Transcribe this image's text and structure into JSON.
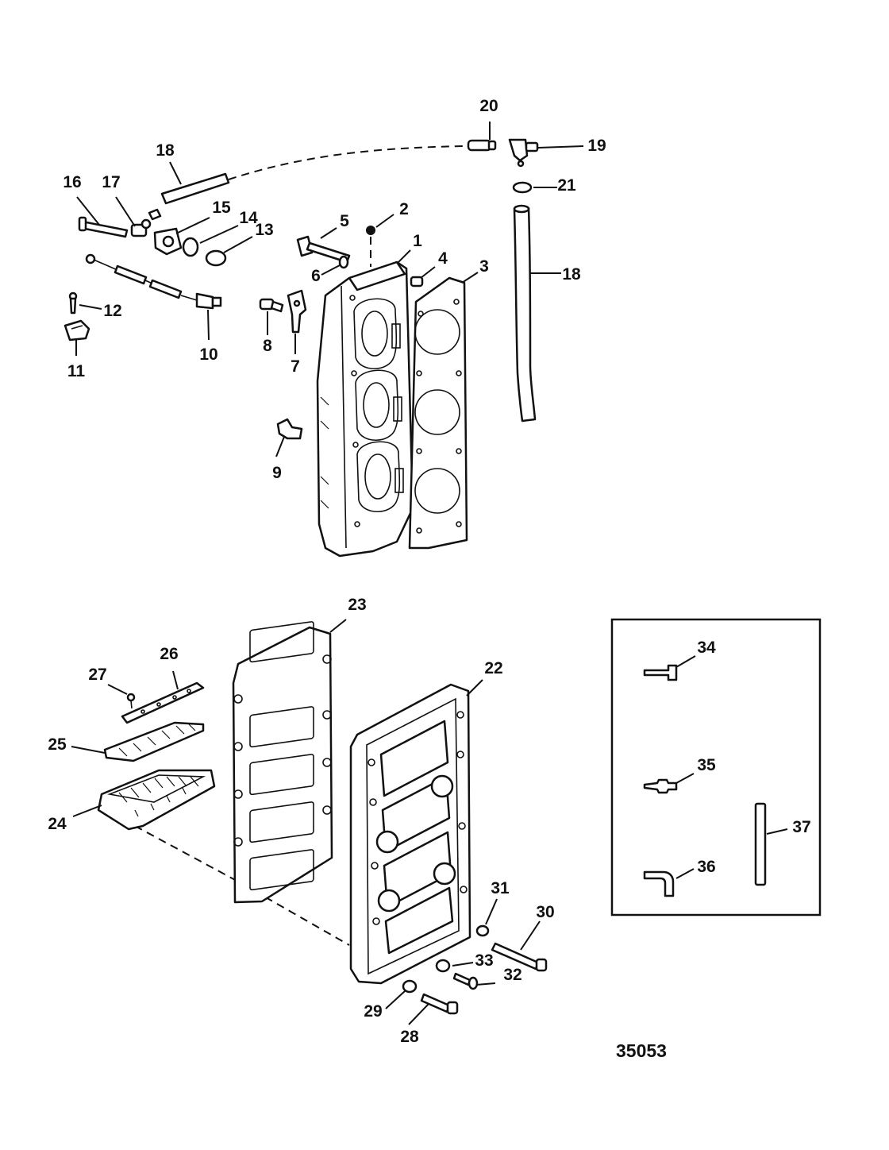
{
  "callouts": [
    "1",
    "2",
    "3",
    "4",
    "5",
    "6",
    "7",
    "8",
    "9",
    "10",
    "11",
    "12",
    "13",
    "14",
    "15",
    "16",
    "17",
    "18",
    "18",
    "19",
    "20",
    "21",
    "22",
    "23",
    "24",
    "25",
    "26",
    "27",
    "28",
    "29",
    "30",
    "31",
    "32",
    "33",
    "34",
    "35",
    "36",
    "37"
  ],
  "figure_number": "35053"
}
